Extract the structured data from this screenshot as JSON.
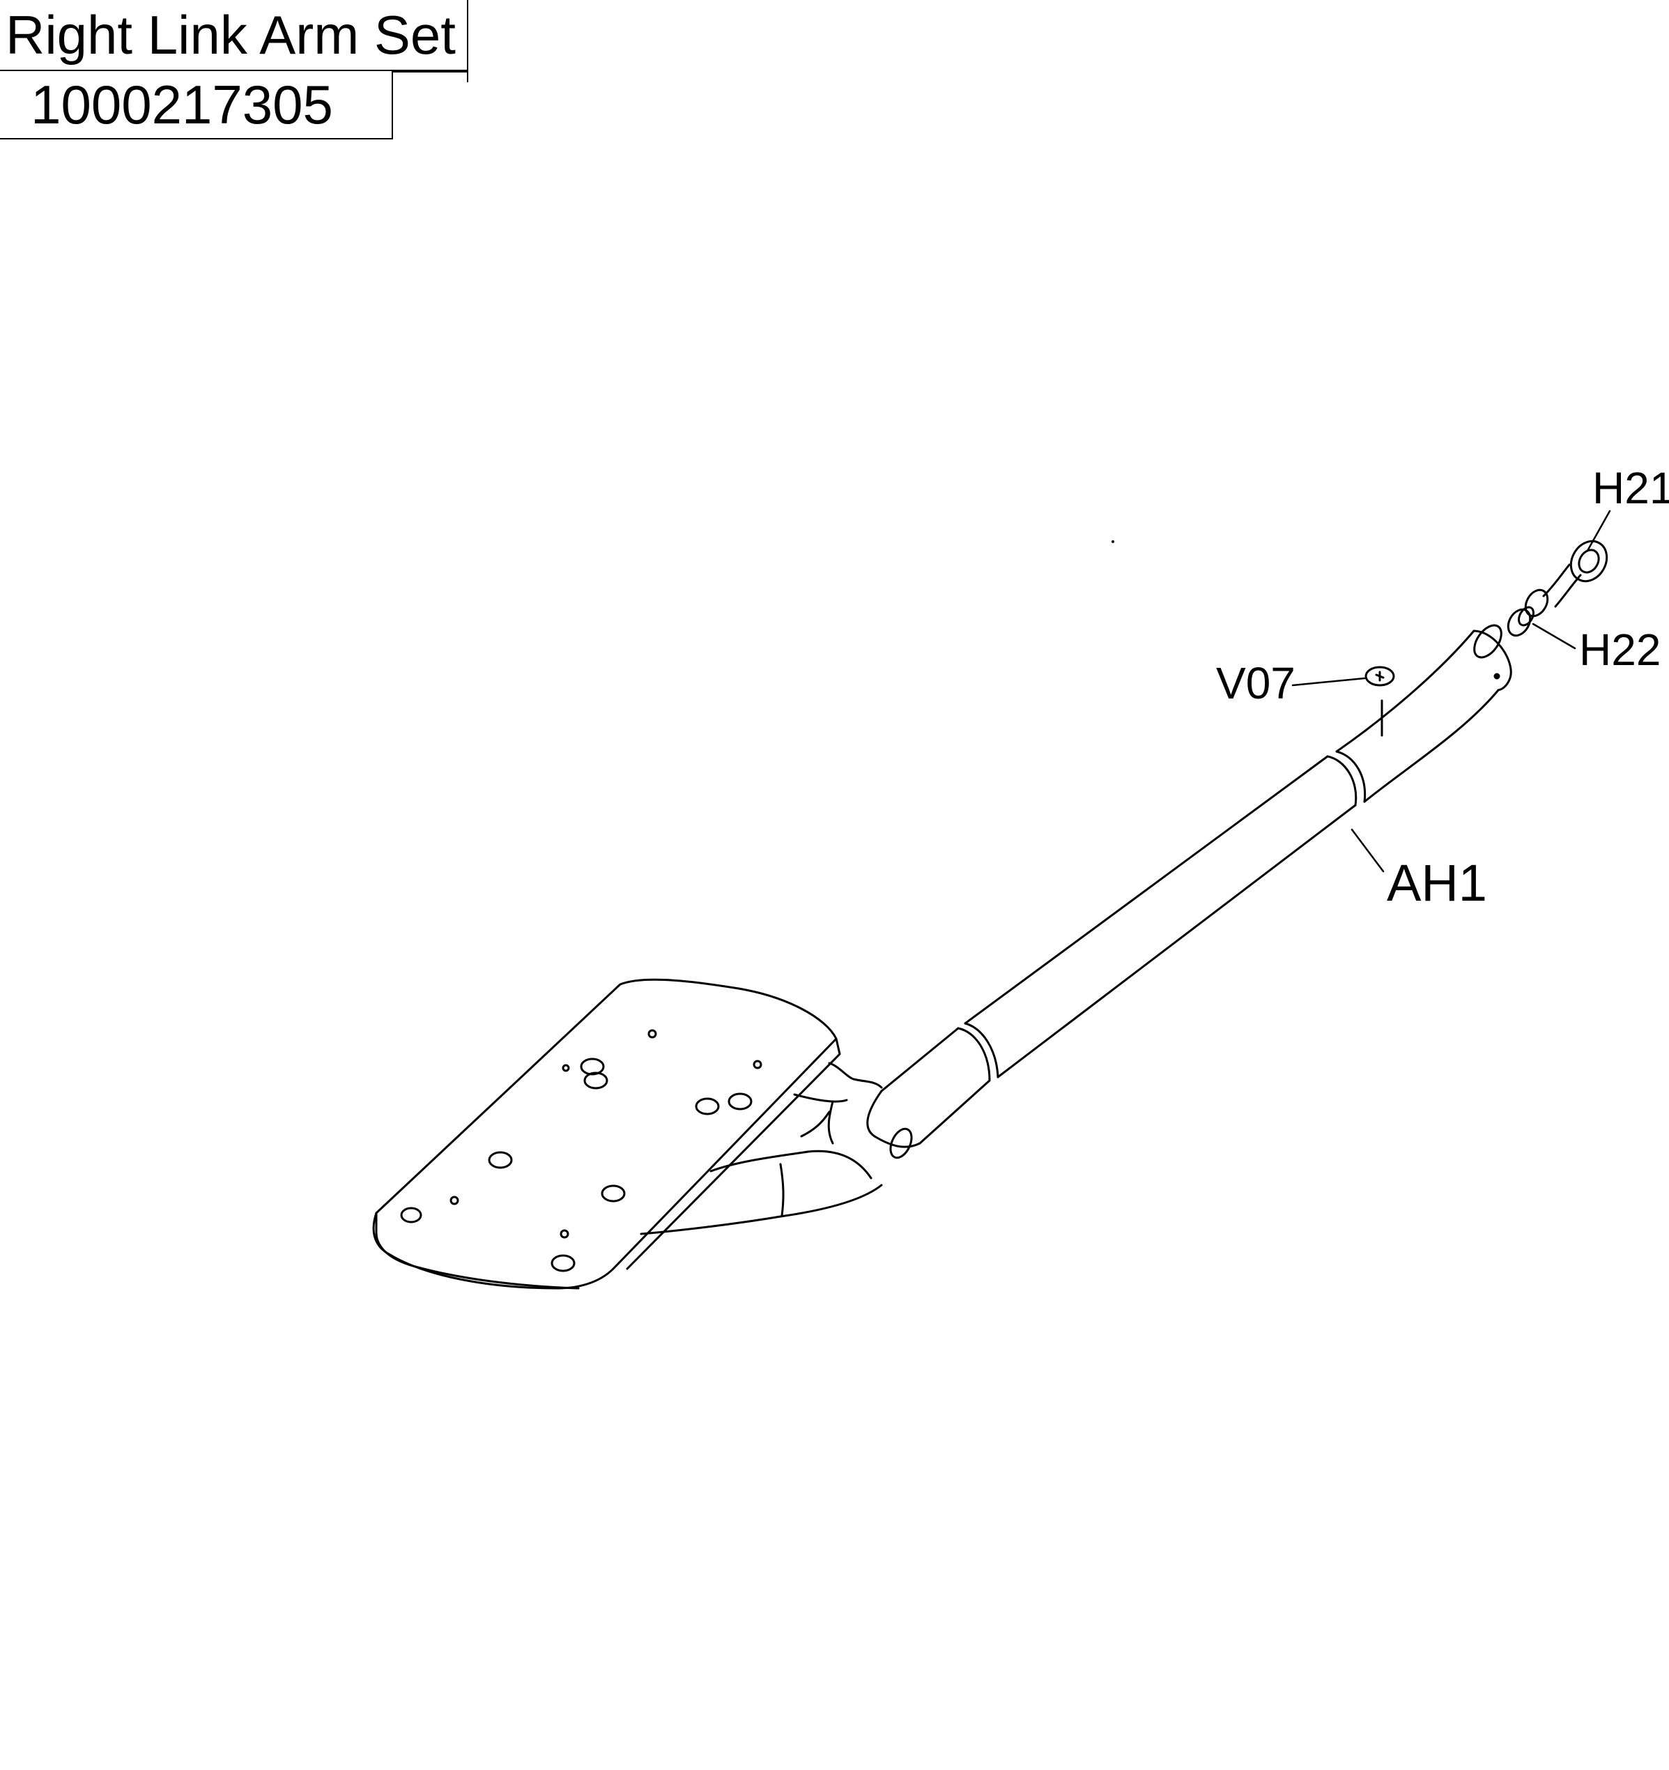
{
  "header": {
    "title": "Right Link Arm Set",
    "part_number": "1000217305"
  },
  "callouts": {
    "h21": "H21",
    "h22": "H22",
    "v07": "V07",
    "ah1": "AH1"
  },
  "colors": {
    "line": "#000000",
    "background": "#ffffff"
  }
}
